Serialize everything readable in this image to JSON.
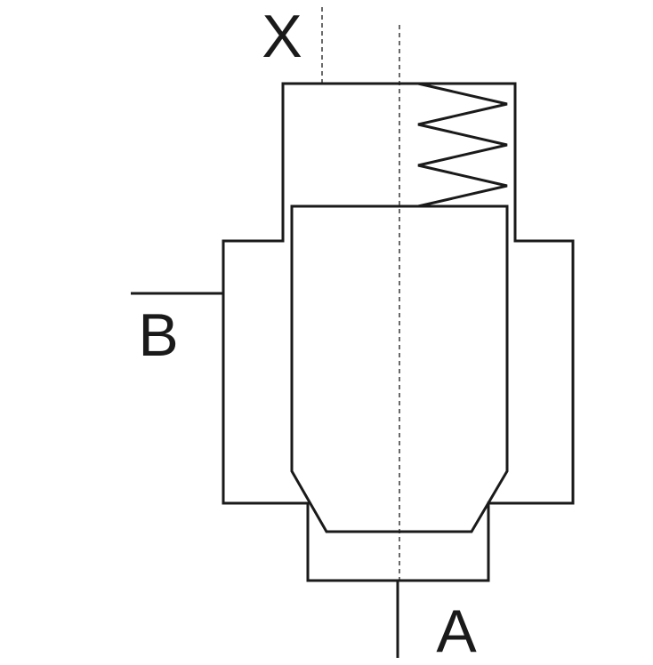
{
  "diagram": {
    "ports": {
      "x": "X",
      "b": "B",
      "a": "A"
    },
    "line_color": "#1a1a1a",
    "background": "#ffffff"
  }
}
